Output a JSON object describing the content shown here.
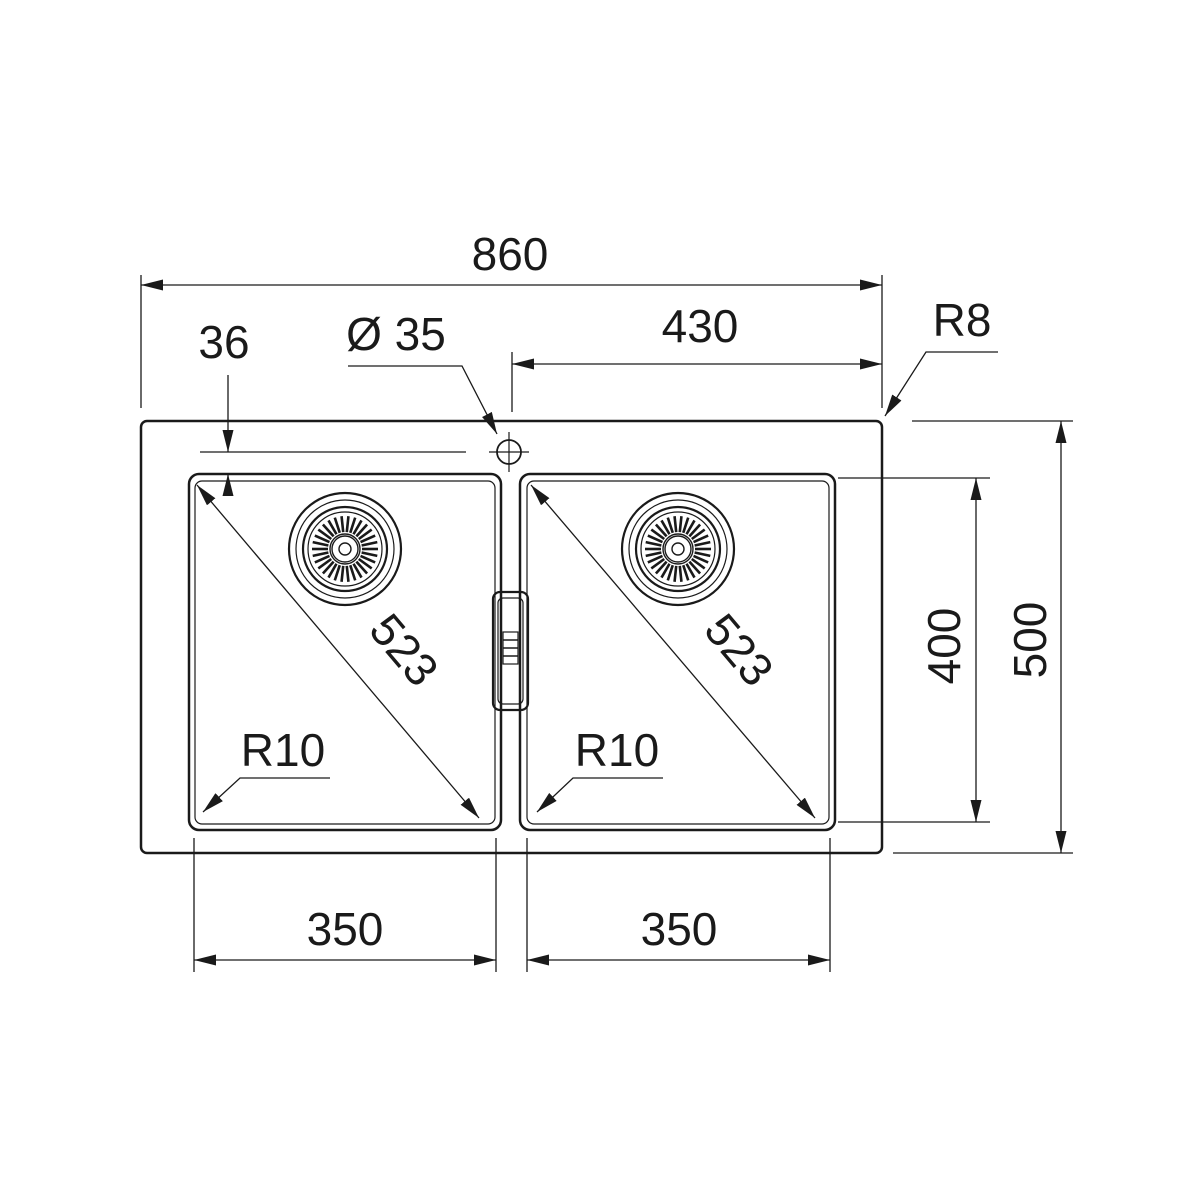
{
  "dimensions": {
    "overall_width": "860",
    "tap_hole_offset": "36",
    "tap_hole_diameter": "Ø 35",
    "half_width": "430",
    "corner_radius_outer": "R8",
    "bowl_depth_inner": "400",
    "overall_depth": "500",
    "bowl_left_diagonal": "523",
    "bowl_right_diagonal": "523",
    "bowl_left_radius": "R10",
    "bowl_right_radius": "R10",
    "bowl_left_width": "350",
    "bowl_right_width": "350"
  },
  "colors": {
    "line": "#1a1a1a",
    "background": "#ffffff"
  },
  "icons": [
    "tap-hole-icon",
    "strainer-waste-icon",
    "overflow-icon"
  ]
}
